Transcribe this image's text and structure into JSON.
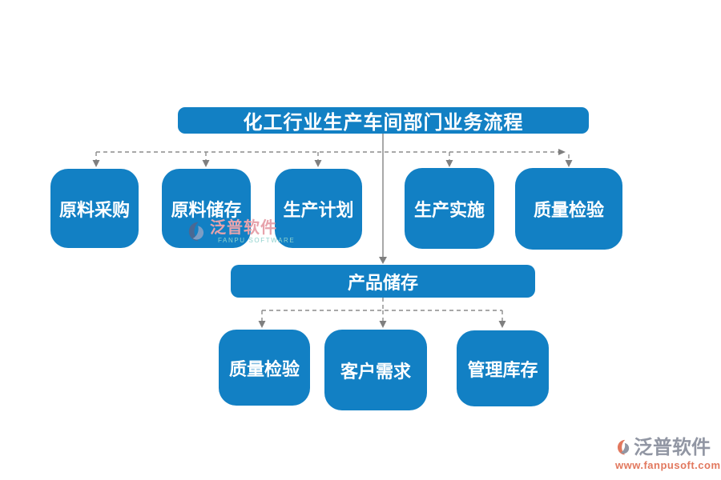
{
  "title": {
    "label": "化工行业生产车间部门业务流程"
  },
  "nodes": {
    "row1": [
      {
        "label": "原料采购"
      },
      {
        "label": "原料储存"
      },
      {
        "label": "生产计划"
      },
      {
        "label": "生产实施"
      },
      {
        "label": "质量检验"
      }
    ],
    "middle": {
      "label": "产品储存"
    },
    "row2": [
      {
        "label": "质量检验"
      },
      {
        "label": "客户需求"
      },
      {
        "label": "管理库存"
      }
    ]
  },
  "watermarks": {
    "center": {
      "brand": "泛普软件",
      "subtitle": "FANPU SOFTWARE"
    },
    "corner": {
      "brand": "泛普软件",
      "url": "www.fanpusoft.com"
    }
  },
  "colors": {
    "node-blue": "#1280c4",
    "line-gray": "#8c8c8c",
    "arrow-gray": "#7f7f7f",
    "wm-pink": "#e7a3ac",
    "wm-teal": "#8fd2cd",
    "wm-logo-dark": "#54648b",
    "wm-logo-light": "#8fa3c5",
    "corner-gray": "#9196a3",
    "corner-red": "#e2785e"
  }
}
